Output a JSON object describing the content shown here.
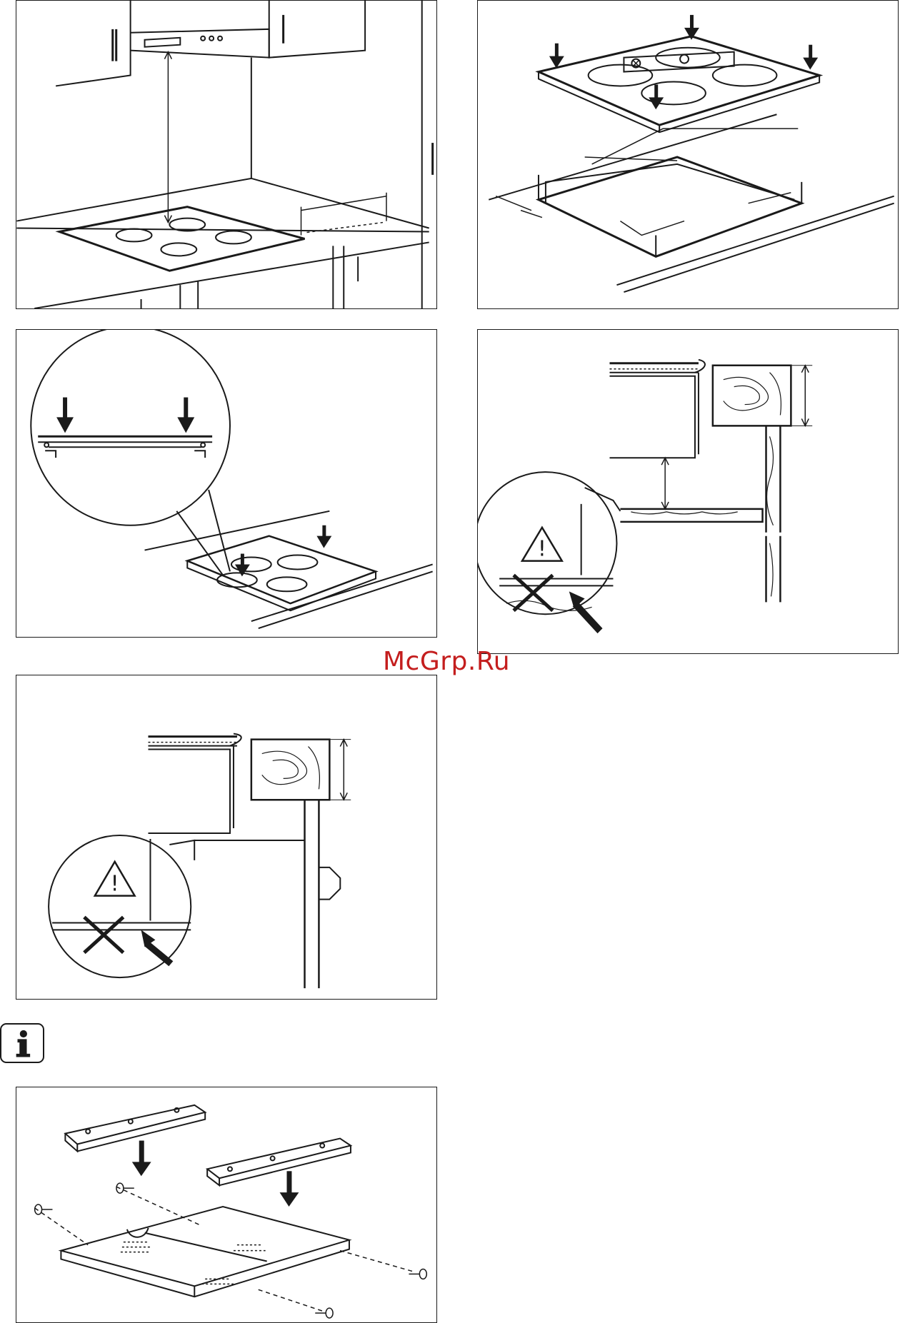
{
  "page": {
    "watermark": "McGrp.Ru"
  },
  "figures": [
    {
      "id": "hood-clearance",
      "depicts": "hob-under-extractor-hood"
    },
    {
      "id": "hob-cutout",
      "depicts": "hob-over-worktop-cutout"
    },
    {
      "id": "hob-seal",
      "depicts": "hob-pressed-into-place"
    },
    {
      "id": "oven-gap",
      "depicts": "worktop-section-with-shelf"
    },
    {
      "id": "drawer-gap",
      "depicts": "worktop-section-with-drawer"
    },
    {
      "id": "protection-box",
      "depicts": "protection-box-assembly"
    }
  ],
  "icons": {
    "info": "info-icon",
    "warning": "warning-triangle-icon",
    "forbidden": "cross-icon"
  },
  "colors": {
    "line": "#1a1a1a",
    "watermark": "#c41e1e",
    "background": "#ffffff"
  }
}
